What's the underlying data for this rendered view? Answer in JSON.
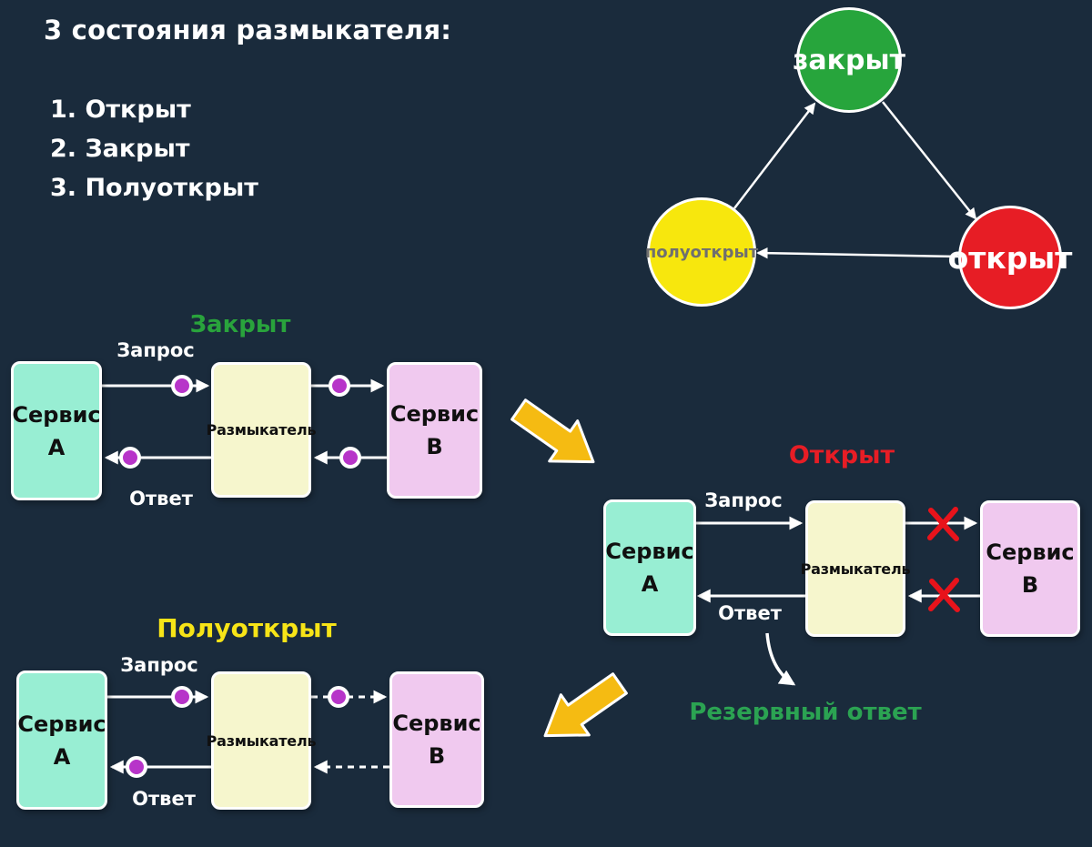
{
  "header": {
    "title": "3 состояния размыкателя:",
    "items": [
      {
        "label": "1. Открыт"
      },
      {
        "label": "2. Закрыт"
      },
      {
        "label": "3. Полуоткрыт"
      }
    ]
  },
  "state_machine": {
    "closed_label": "закрыт",
    "half_open_label": "полуоткрыт",
    "open_label": "открыт"
  },
  "labels": {
    "service": "Сервис",
    "service_a": "А",
    "service_b": "В",
    "breaker": "Размыкатель",
    "request": "Запрос",
    "response": "Ответ"
  },
  "sections": {
    "closed_title": "Закрыт",
    "open_title": "Открыт",
    "half_open_title": "Полуоткрыт",
    "fallback_label": "Резервный ответ"
  },
  "colors": {
    "background": "#1a2b3c",
    "closed_state": "#27a53c",
    "open_state": "#e71d25",
    "half_open_state": "#f7e70d",
    "half_open_label_text": "#6f6f6f",
    "service_a_fill": "#98eed3",
    "service_b_fill": "#f0c9ef",
    "breaker_fill": "#f6f6cd",
    "dot": "#b734c9",
    "transition_arrow": "#f5bb12",
    "closed_title": "#29a33c",
    "open_title": "#e71d25",
    "half_open_title": "#f7e417",
    "fallback_text": "#2ba352",
    "error_x": "#e8131b"
  }
}
